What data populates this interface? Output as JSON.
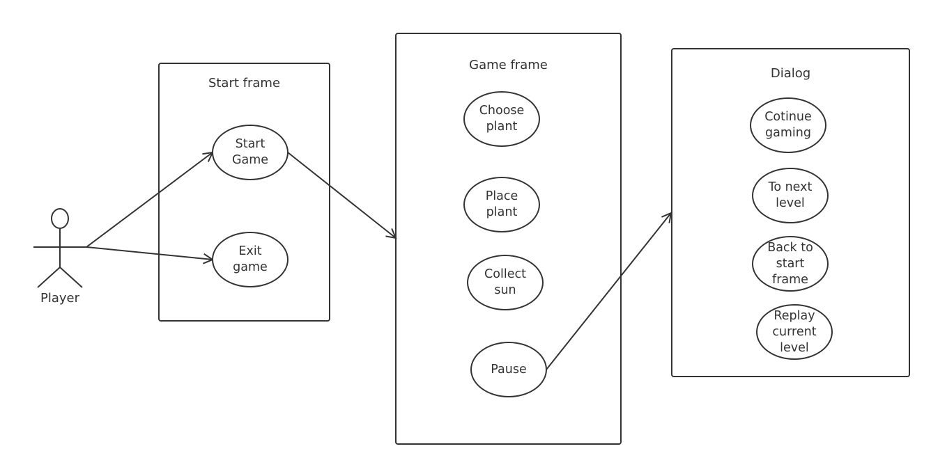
{
  "actor": {
    "label": "Player"
  },
  "frames": {
    "start": {
      "title": "Start frame"
    },
    "game": {
      "title": "Game frame"
    },
    "dialog": {
      "title": "Dialog"
    }
  },
  "use_cases": {
    "start_game": "Start\nGame",
    "exit_game": "Exit\ngame",
    "choose_plant": "Choose\nplant",
    "place_plant": "Place\nplant",
    "collect_sun": "Collect\nsun",
    "pause": "Pause",
    "continue_gaming": "Cotinue\ngaming",
    "next_level": "To next\nlevel",
    "back_to_start": "Back to\nstart\nframe",
    "replay_level": "Replay\ncurrent\nlevel"
  },
  "colors": {
    "stroke": "#333333",
    "background": "#ffffff"
  }
}
